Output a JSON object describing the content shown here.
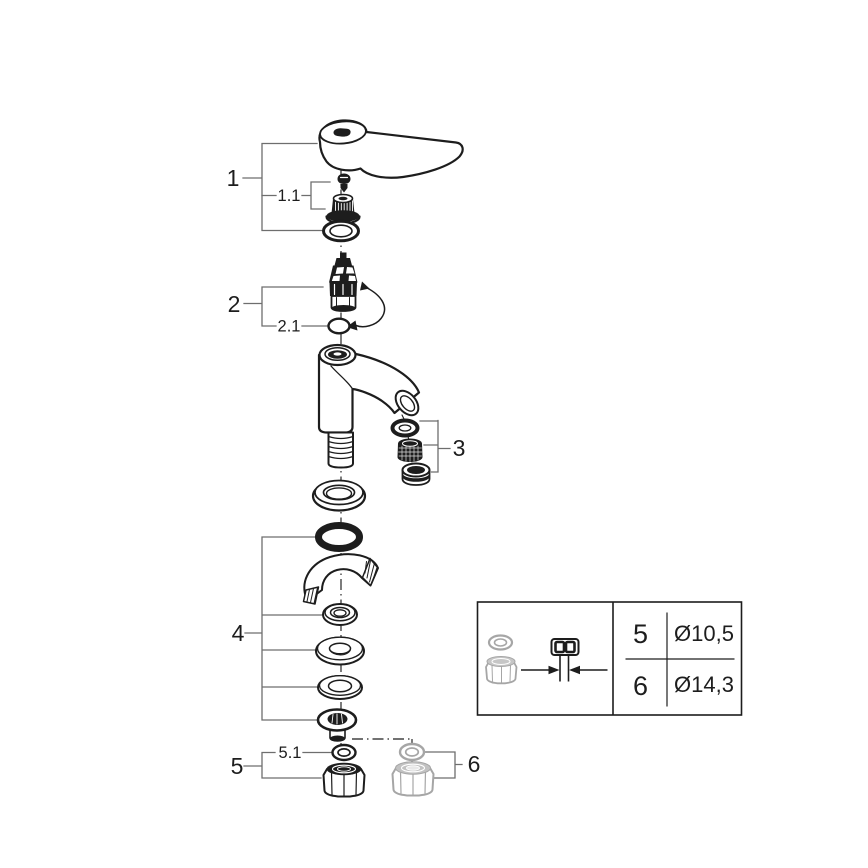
{
  "callouts": {
    "n1": "1",
    "n1_1": "1.1",
    "n2": "2",
    "n2_1": "2.1",
    "n3": "3",
    "n4": "4",
    "n5": "5",
    "n5_1": "5.1",
    "n6": "6"
  },
  "size_table": {
    "rows": [
      {
        "ref": "5",
        "diameter": "Ø10,5"
      },
      {
        "ref": "6",
        "diameter": "Ø14,3"
      }
    ]
  },
  "colors": {
    "line": "#1d1d1d",
    "callout_line": "#6e6e6e",
    "muted_part": "#a6a6a6",
    "background": "#ffffff"
  }
}
